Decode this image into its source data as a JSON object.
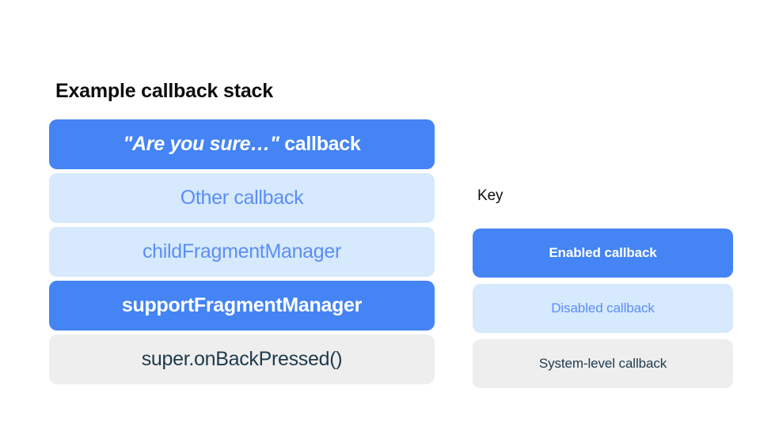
{
  "stack": {
    "title": "Example callback stack",
    "rows": [
      {
        "label": "\"Are you sure…\" callback",
        "quoted_part": "\"Are you sure…\"",
        "plain_part": " callback",
        "variant": "enabled"
      },
      {
        "label": "Other callback",
        "variant": "disabled"
      },
      {
        "label": "childFragmentManager",
        "variant": "disabled"
      },
      {
        "label": "supportFragmentManager",
        "variant": "enabled"
      },
      {
        "label": "super.onBackPressed()",
        "variant": "system"
      }
    ]
  },
  "key": {
    "title": "Key",
    "rows": [
      {
        "label": "Enabled callback",
        "variant": "enabled"
      },
      {
        "label": "Disabled callback",
        "variant": "disabled"
      },
      {
        "label": "System-level callback",
        "variant": "system"
      }
    ]
  },
  "colors": {
    "enabled_bg": "#4484f4",
    "enabled_text": "#ffffff",
    "disabled_bg": "#d6e9fd",
    "disabled_text": "#5b8ef5",
    "system_bg": "#eeeeee",
    "system_text": "#1f3a4d",
    "page_bg": "#ffffff",
    "heading_text": "#0d0d0d"
  }
}
